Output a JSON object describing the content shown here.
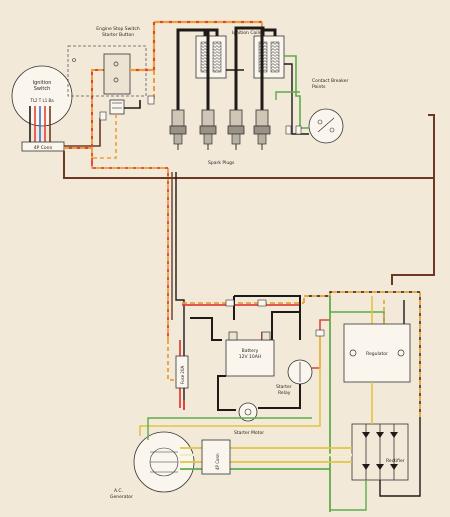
{
  "labels": {
    "ignition_switch": [
      "Ignition",
      "Switch"
    ],
    "switch_terms": "TL2  T  L1  Ba",
    "connector_4p_top": "4P Conn",
    "engine_stop_switch": [
      "Engine Stop Switch",
      "Starter Button"
    ],
    "ignition_coils": "Ignition Coils",
    "contact_breaker": [
      "Contact Breaker",
      "Points"
    ],
    "spark_plugs": "Spark Plugs",
    "fuse": "Fuse 20A",
    "battery": [
      "Battery",
      "12V 10AH"
    ],
    "starter_relay": [
      "Starter",
      "Relay"
    ],
    "starter_motor": "Starter Motor",
    "regulator": "Regulator",
    "rectifier": "Rectifier",
    "connector_4p_bottom": "4P Conn",
    "ac_generator": [
      "A.C.",
      "Generator"
    ]
  },
  "colors": {
    "background": "#f3e9d9",
    "black_wire": "#1d1a18",
    "brown_wire": "#6b3a22",
    "red_wire": "#e0443a",
    "orange_wire": "#e9a03a",
    "yellow_wire": "#e2c441",
    "green_wire": "#5eac4a",
    "blue_wire": "#3f6fd0",
    "white_wire": "#fbf7ee"
  }
}
